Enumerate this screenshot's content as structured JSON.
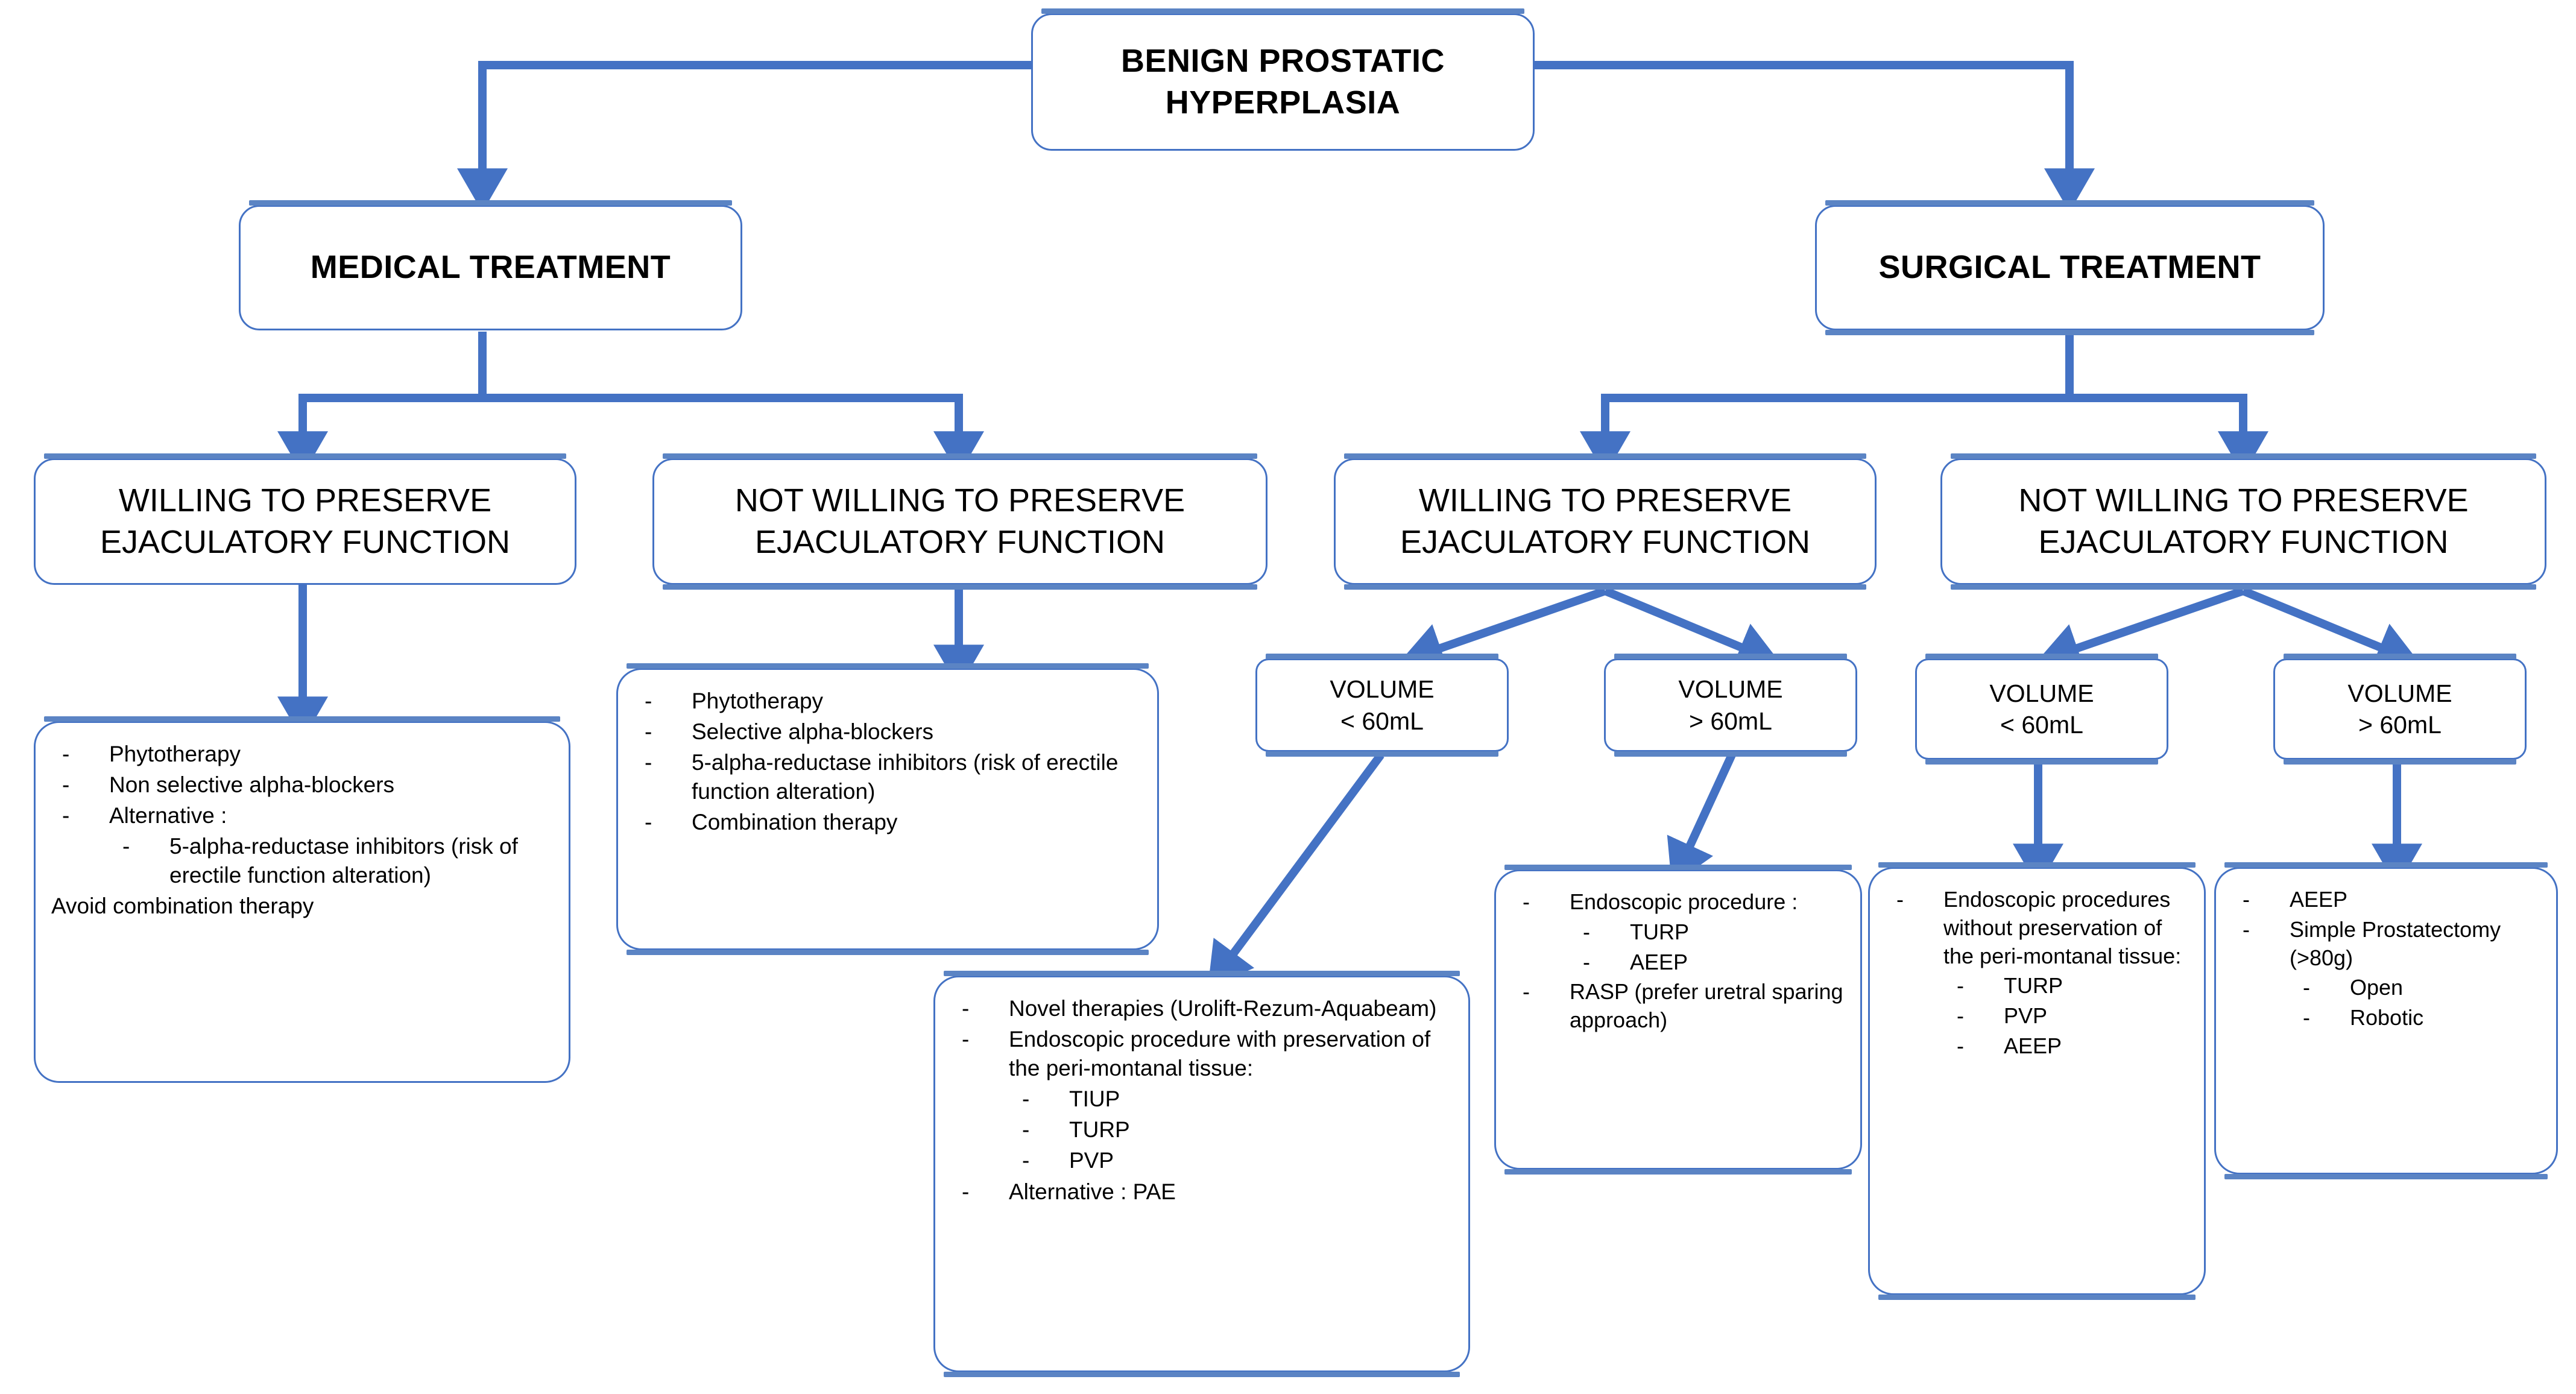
{
  "diagram": {
    "title": "Benign Prostatic Hyperplasia treatment algorithm",
    "accent_color": "#4472C4",
    "border_color": "#4472C4",
    "text_color": "#000000",
    "background_color": "#FFFFFF"
  },
  "nodes": {
    "root": {
      "line1": "BENIGN PROSTATIC",
      "line2": "HYPERPLASIA"
    },
    "medical": {
      "label": "MEDICAL TREATMENT"
    },
    "surgical": {
      "label": "SURGICAL TREATMENT"
    },
    "med_willing": {
      "line1": "WILLING TO PRESERVE",
      "line2": "EJACULATORY FUNCTION"
    },
    "med_not_willing": {
      "line1": "NOT WILLING TO PRESERVE",
      "line2": "EJACULATORY FUNCTION"
    },
    "surg_willing": {
      "line1": "WILLING TO PRESERVE",
      "line2": "EJACULATORY FUNCTION"
    },
    "surg_not_willing": {
      "line1": "NOT WILLING TO PRESERVE",
      "line2": "EJACULATORY FUNCTION"
    },
    "vol_sw_lt": {
      "line1": "VOLUME",
      "line2": "< 60mL"
    },
    "vol_sw_gt": {
      "line1": "VOLUME",
      "line2": "> 60mL"
    },
    "vol_snw_lt": {
      "line1": "VOLUME",
      "line2": "< 60mL"
    },
    "vol_snw_gt": {
      "line1": "VOLUME",
      "line2": "> 60mL"
    }
  },
  "content_boxes": {
    "med_willing_options": {
      "name": "medical-willing-options",
      "items": [
        {
          "text": "Phytotherapy",
          "level": 1
        },
        {
          "text": "Non selective alpha-blockers",
          "level": 1
        },
        {
          "text": "Alternative :",
          "level": 1
        },
        {
          "text": "5-alpha-reductase inhibitors (risk of erectile function alteration)",
          "level": 2
        },
        {
          "text": "Avoid combination therapy",
          "level": 0
        }
      ]
    },
    "med_not_willing_options": {
      "name": "medical-not-willing-options",
      "items": [
        {
          "text": "Phytotherapy",
          "level": 1
        },
        {
          "text": "Selective alpha-blockers",
          "level": 1
        },
        {
          "text": "5-alpha-reductase inhibitors (risk of erectile function alteration)",
          "level": 1
        },
        {
          "text": "Combination therapy",
          "level": 1
        }
      ]
    },
    "surg_willing_lt60_options": {
      "name": "surgical-willing-lt60-options",
      "items": [
        {
          "text": "Novel therapies (Urolift-Rezum-Aquabeam)",
          "level": 1
        },
        {
          "text": "Endoscopic procedure with preservation of the peri-montanal tissue:",
          "level": 1
        },
        {
          "text": "TIUP",
          "level": 2
        },
        {
          "text": "TURP",
          "level": 2
        },
        {
          "text": "PVP",
          "level": 2
        },
        {
          "text": "Alternative : PAE",
          "level": 1
        }
      ]
    },
    "surg_willing_gt60_options": {
      "name": "surgical-willing-gt60-options",
      "items": [
        {
          "text": "Endoscopic procedure :",
          "level": 1
        },
        {
          "text": "TURP",
          "level": 2
        },
        {
          "text": "AEEP",
          "level": 2
        },
        {
          "text": "RASP (prefer uretral sparing approach)",
          "level": 1
        }
      ]
    },
    "surg_not_willing_lt60_options": {
      "name": "surgical-not-willing-lt60-options",
      "items": [
        {
          "text": "Endoscopic procedures without preservation of the peri-montanal tissue:",
          "level": 1
        },
        {
          "text": "TURP",
          "level": 2
        },
        {
          "text": "PVP",
          "level": 2
        },
        {
          "text": "AEEP",
          "level": 2
        }
      ]
    },
    "surg_not_willing_gt60_options": {
      "name": "surgical-not-willing-gt60-options",
      "items": [
        {
          "text": "AEEP",
          "level": 1
        },
        {
          "text": "Simple Prostatectomy (>80g)",
          "level": 1
        },
        {
          "text": "Open",
          "level": 2
        },
        {
          "text": "Robotic",
          "level": 2
        }
      ]
    }
  }
}
